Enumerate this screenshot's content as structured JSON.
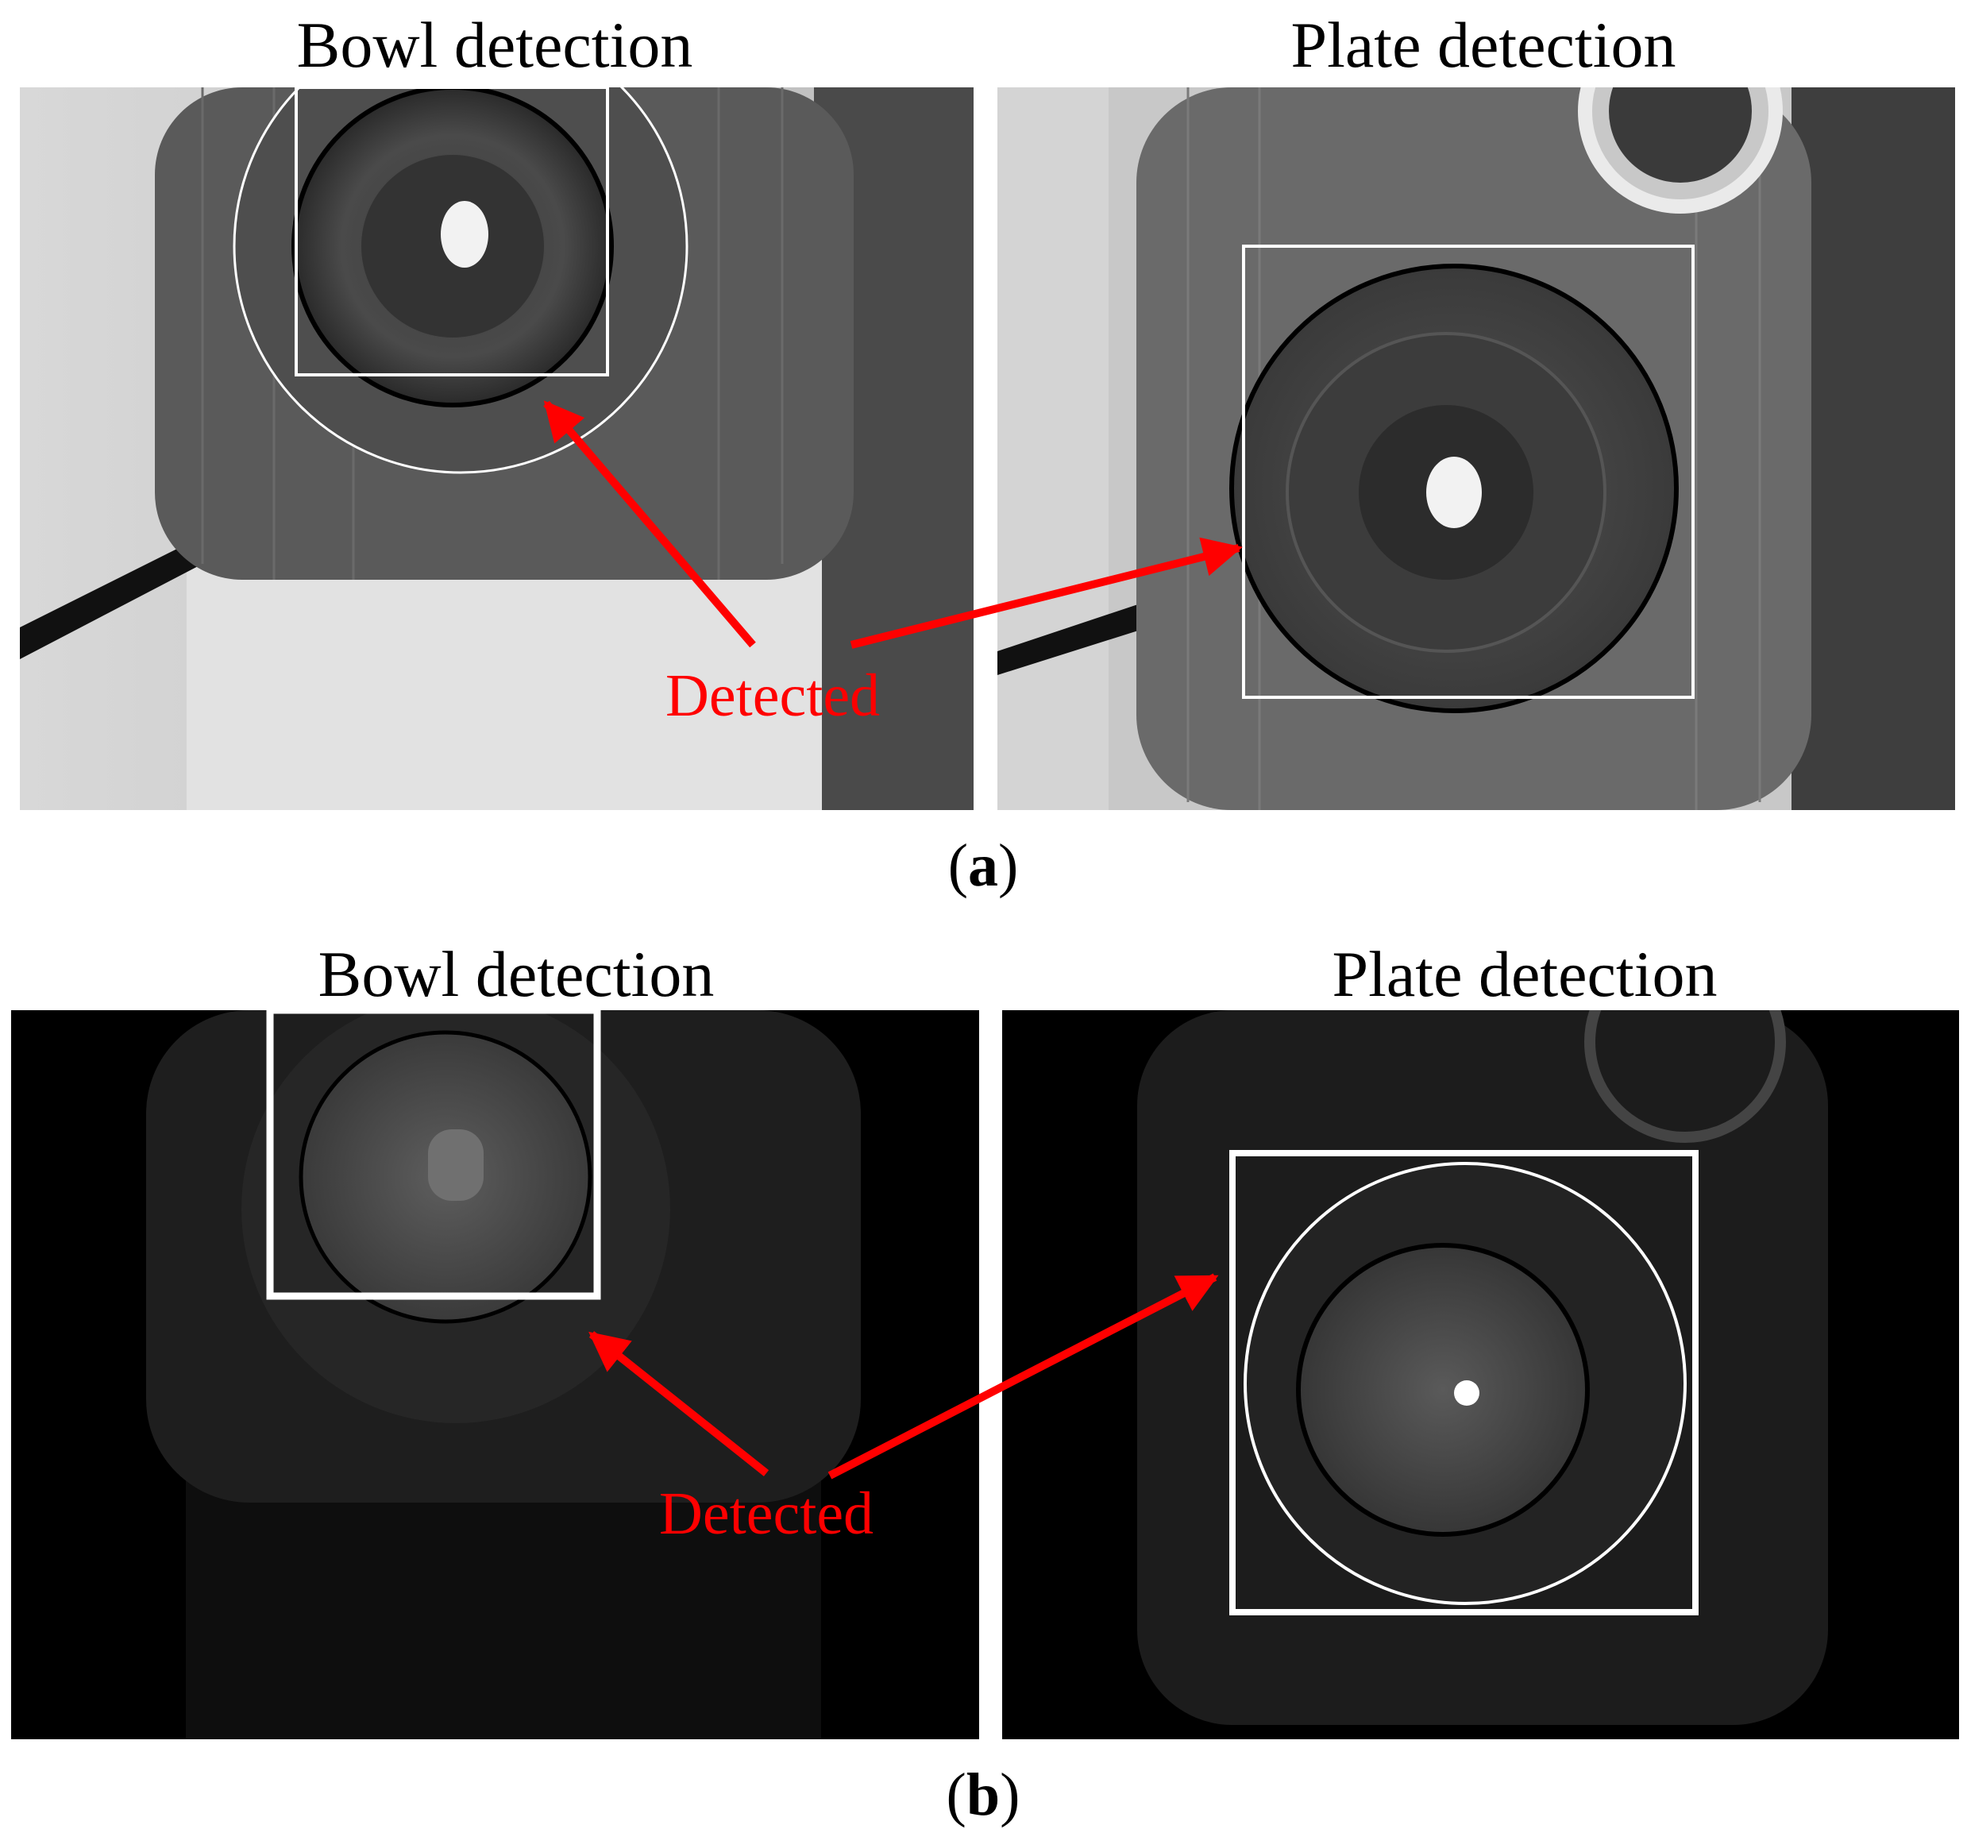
{
  "figure_a": {
    "left_title": "Bowl detection",
    "right_title": "Plate detection",
    "annotation": "Detected",
    "caption_open": "(",
    "caption_letter": "a",
    "caption_close": ")"
  },
  "figure_b": {
    "left_title": "Bowl detection",
    "right_title": "Plate detection",
    "annotation": "Detected",
    "caption_open": "(",
    "caption_letter": "b",
    "caption_close": ")"
  },
  "colors": {
    "arrow": "#ff0000",
    "detection_box": "#ffffff"
  }
}
